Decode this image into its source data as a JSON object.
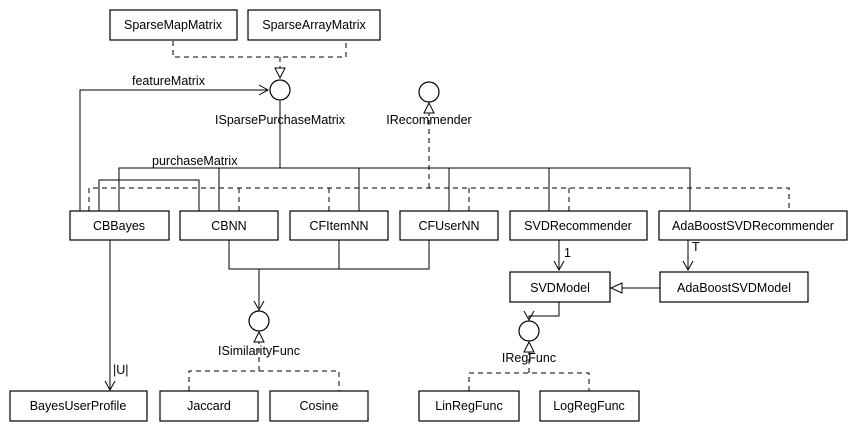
{
  "classes": {
    "sparse_map_matrix": "SparseMapMatrix",
    "sparse_array_matrix": "SparseArrayMatrix",
    "cb_bayes": "CBBayes",
    "cbnn": "CBNN",
    "cf_item_nn": "CFItemNN",
    "cf_user_nn": "CFUserNN",
    "svd_recommender": "SVDRecommender",
    "ada_boost_svd_recommender": "AdaBoostSVDRecommender",
    "svd_model": "SVDModel",
    "ada_boost_svd_model": "AdaBoostSVDModel",
    "bayes_user_profile": "BayesUserProfile",
    "jaccard": "Jaccard",
    "cosine": "Cosine",
    "lin_reg_func": "LinRegFunc",
    "log_reg_func": "LogRegFunc"
  },
  "interfaces": {
    "i_sparse_purchase_matrix": "ISparsePurchaseMatrix",
    "i_recommender": "IRecommender",
    "i_similarity_func": "ISimilarityFunc",
    "i_reg_func": "IRegFunc"
  },
  "edge_labels": {
    "feature_matrix": "featureMatrix",
    "purchase_matrix": "purchaseMatrix",
    "svd_multiplicity": "1",
    "ada_multiplicity": "T",
    "profile_multiplicity": "|U|"
  }
}
